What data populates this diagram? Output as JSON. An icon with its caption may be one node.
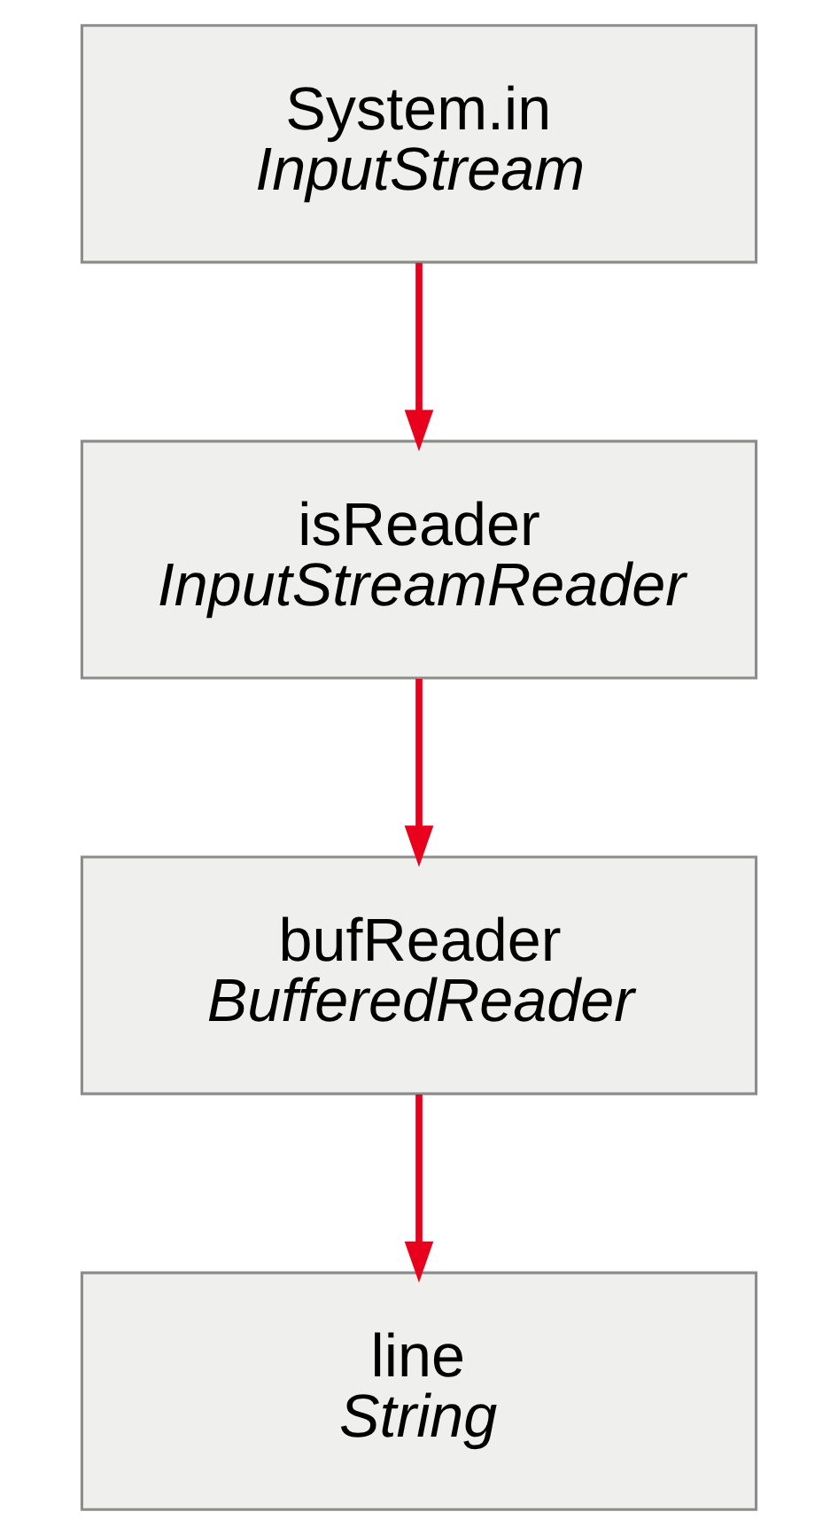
{
  "diagram": {
    "nodes": [
      {
        "text": [
          "System.in",
          "InputStream"
        ]
      },
      {
        "text": [
          "isReader",
          "InputStreamReader"
        ]
      },
      {
        "text": [
          "bufReader",
          "BufferedReader"
        ]
      },
      {
        "text": [
          "line",
          "String"
        ]
      }
    ],
    "edges": [
      {
        "from": 0,
        "to": 1,
        "arrow": "to"
      },
      {
        "from": 1,
        "to": 2,
        "arrow": "to"
      },
      {
        "from": 2,
        "to": 3,
        "arrow": "to"
      }
    ]
  }
}
